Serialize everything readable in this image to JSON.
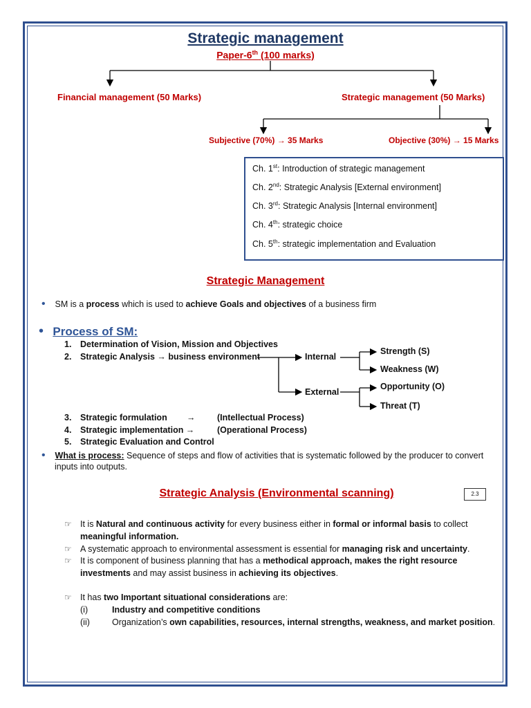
{
  "header": {
    "title": "Strategic management",
    "paper_base": "Paper-6",
    "paper_sup": "th",
    "paper_rest": " (100 marks)"
  },
  "split": {
    "left": "Financial management (50 Marks)",
    "right": "Strategic management (50 Marks)",
    "subjective": "Subjective (70%) → 35 Marks",
    "objective": "Objective (30%) → 15 Marks"
  },
  "chapters": [
    {
      "pre": "Ch. 1",
      "sup": "st",
      "text": ": Introduction of strategic management"
    },
    {
      "pre": "Ch. 2",
      "sup": "nd",
      "text": ": Strategic Analysis [External environment]"
    },
    {
      "pre": "Ch. 3",
      "sup": "rd",
      "text": ": Strategic Analysis [Internal environment]"
    },
    {
      "pre": "Ch. 4",
      "sup": "th",
      "text": ": strategic choice"
    },
    {
      "pre": "Ch. 5",
      "sup": "th",
      "text": ": strategic implementation and Evaluation"
    }
  ],
  "sm_section": {
    "heading": "Strategic Management",
    "def_1": "SM is a ",
    "def_2": "process",
    "def_3": " which is used to ",
    "def_4": "achieve Goals and objectives",
    "def_5": " of a business firm"
  },
  "process": {
    "heading": "Process of SM:",
    "steps": [
      {
        "num": "1.",
        "text": "Determination of Vision, Mission and Objectives"
      },
      {
        "num": "2.",
        "text": "Strategic Analysis → business environment"
      },
      {
        "num": "3.",
        "text": "Strategic formulation",
        "arrow": "→",
        "note": "(Intellectual Process)"
      },
      {
        "num": "4.",
        "text": "Strategic implementation →",
        "note": "(Operational Process)"
      },
      {
        "num": "5.",
        "text": "Strategic Evaluation and Control"
      }
    ],
    "internal": "Internal",
    "external": "External",
    "strength": "Strength (S)",
    "weakness": "Weakness (W)",
    "opportunity": "Opportunity (O)",
    "threat": "Threat (T)",
    "what_label": "What is process:",
    "what_text": " Sequence of steps and flow of activities that is systematic followed by the producer to convert",
    "what_text2": "inputs into outputs."
  },
  "analysis": {
    "heading": "Strategic Analysis (Environmental scanning)",
    "badge": "2.3",
    "p1_a": "It is ",
    "p1_b": "Natural and continuous activity",
    "p1_c": " for every business either in ",
    "p1_d": "formal or informal basis",
    "p1_e": " to collect",
    "p1_f": "meaningful information.",
    "p2_a": "A systematic approach to environmental assessment is essential for ",
    "p2_b": "managing risk and uncertainty",
    "p2_c": ".",
    "p3_a": "It is component of business planning that has a ",
    "p3_b": "methodical approach, makes the right resource",
    "p3_c": "investments",
    "p3_d": " and may assist business in ",
    "p3_e": "achieving its objectives",
    "p3_f": ".",
    "p4_a": "It has ",
    "p4_b": "two Important situational considerations",
    "p4_c": " are:",
    "i_num": "(i)",
    "i_text": "Industry and competitive conditions",
    "ii_num": "(ii)",
    "ii_a": "Organization’s ",
    "ii_b": "own capabilities, resources, internal strengths, weakness, and market position",
    "ii_c": ".",
    "hand": "☞"
  }
}
